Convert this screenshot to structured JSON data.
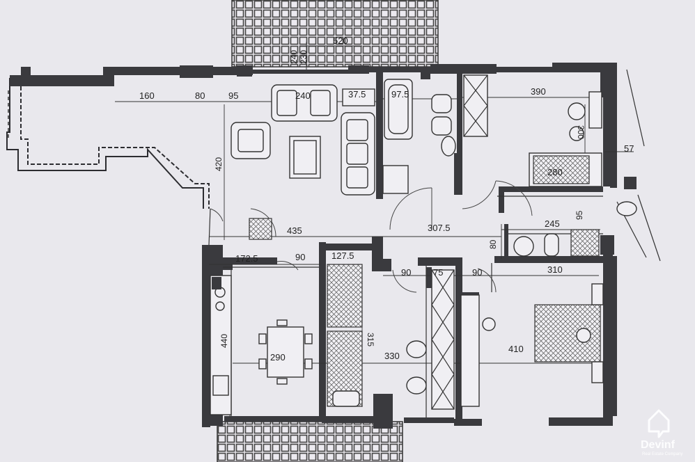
{
  "dimensions": {
    "d_520": "520",
    "d_240": "240",
    "d_230": "230",
    "d_160": "160",
    "d_80a": "80",
    "d_95": "95",
    "d_240b": "240",
    "d_37_5": "37.5",
    "d_97_5": "97.5",
    "d_390": "390",
    "d_300": "300",
    "d_57": "57",
    "d_280": "280",
    "d_420": "420",
    "d_435": "435",
    "d_307_5": "307.5",
    "d_245": "245",
    "d_95b": "95",
    "d_80b": "80",
    "d_172_5": "172.5",
    "d_90a": "90",
    "d_127_5": "127.5",
    "d_90b": "90",
    "d_75": "75",
    "d_90c": "90",
    "d_310": "310",
    "d_440": "440",
    "d_290": "290",
    "d_315": "315",
    "d_330": "330",
    "d_410": "410"
  },
  "watermark": {
    "brand": "Devinf",
    "tagline": "Real Estate Company"
  },
  "colors": {
    "paper": "#e9e8ed",
    "ink": "#2c2c30"
  }
}
